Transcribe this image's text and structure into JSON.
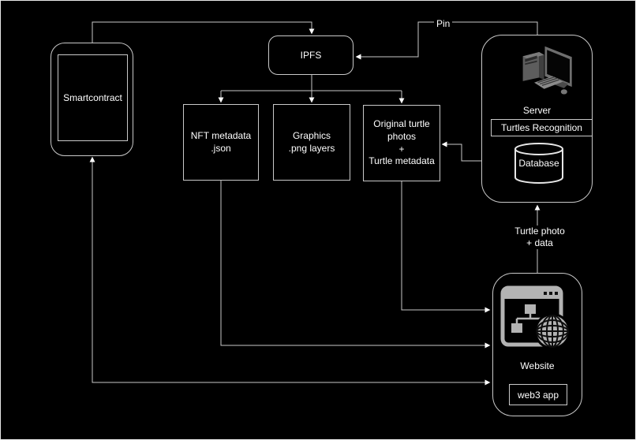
{
  "nodes": {
    "smartcontract": "Smartcontract",
    "ipfs": "IPFS",
    "nft_metadata": "NFT metadata\n.json",
    "graphics": "Graphics\n.png layers",
    "original_photos": "Original turtle\nphotos\n+\nTurtle metadata",
    "server": "Server",
    "server_badge": "Turtles Recognition",
    "database": "Database",
    "website": "Website",
    "website_badge": "web3 app"
  },
  "edge_labels": {
    "pin": "Pin",
    "turtle_photo_data": "Turtle photo\n+ data"
  },
  "icons": {
    "server": "desktop-computer-icon",
    "database": "database-cylinder-icon",
    "website": "browser-window-globe-icon"
  },
  "colors": {
    "background": "#000000",
    "stroke": "#c9c9c9",
    "arrowhead": "#ffffff",
    "text": "#ffffff",
    "icon_gray": "#b3b3b3",
    "frame_border": "#e8e8e8"
  }
}
